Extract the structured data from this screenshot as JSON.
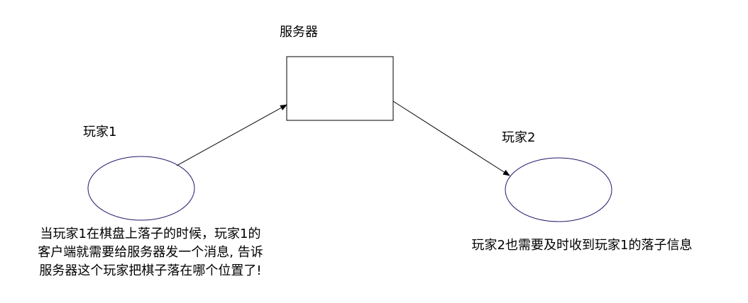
{
  "diagram": {
    "server": {
      "title": "服务器"
    },
    "player1": {
      "title": "玩家1",
      "description_lines": [
        "当玩家1在棋盘上落子的时候，玩家1的",
        "客户端就需要给服务器发一个消息, 告诉",
        "服务器这个玩家把棋子落在哪个位置了!"
      ]
    },
    "player2": {
      "title": "玩家2",
      "description": "玩家2也需要及时收到玩家1的落子信息"
    },
    "colors": {
      "server_stroke": "#000000",
      "ellipse_stroke": "#1f1a6b",
      "arrow": "#000000",
      "text": "#000000"
    }
  }
}
